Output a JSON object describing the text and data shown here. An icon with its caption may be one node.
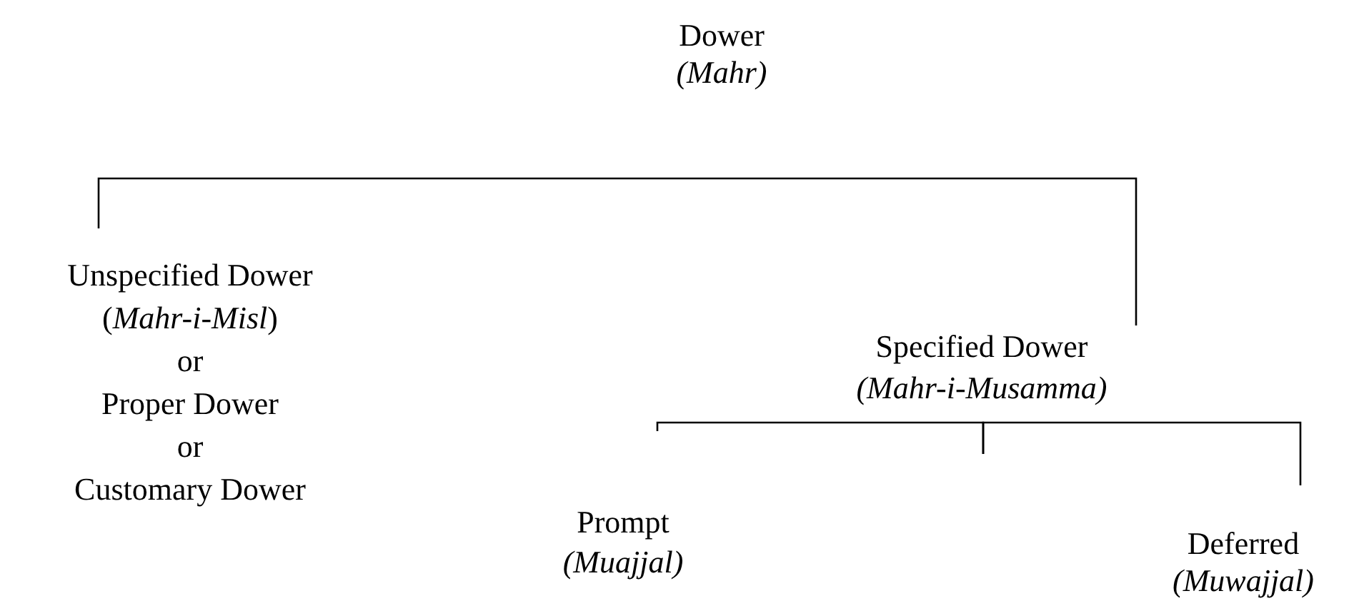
{
  "diagram": {
    "nodes": [
      {
        "text": [
          "Dower",
          "(Mahr)"
        ]
      },
      {
        "text": [
          "Unspecified Dower",
          "(*Mahr-i-Misl*)",
          "or",
          "Proper Dower",
          "or",
          "Customary Dower"
        ]
      },
      {
        "text": [
          "Specified Dower",
          "(Mahr-i-Musamma)"
        ]
      },
      {
        "text": [
          "Prompt",
          "(Muajjal)"
        ]
      },
      {
        "text": [
          "Deferred",
          "(Muwajjal)"
        ]
      }
    ],
    "edges": [
      {
        "from": 0,
        "to": 1,
        "arrow": "none"
      },
      {
        "from": 0,
        "to": 2,
        "arrow": "none"
      },
      {
        "from": 2,
        "to": 3,
        "arrow": "none"
      },
      {
        "from": 2,
        "to": 4,
        "arrow": "none"
      }
    ]
  }
}
